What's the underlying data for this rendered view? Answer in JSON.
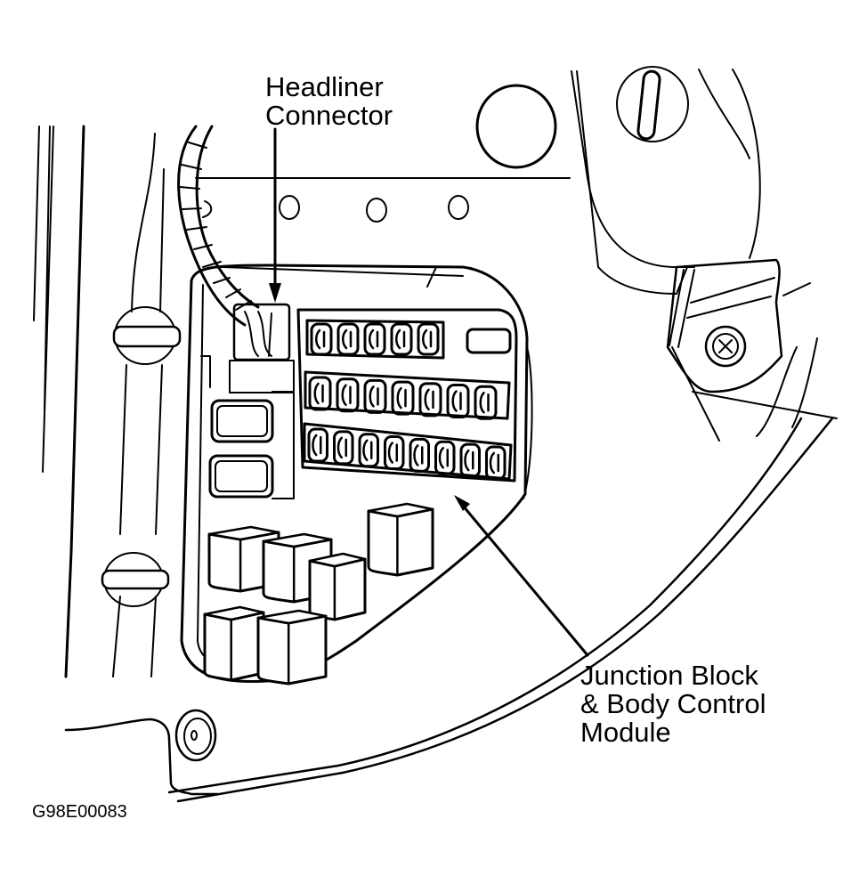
{
  "figure": {
    "id": "G98E00083",
    "subject": "Junction block location diagram",
    "colors": {
      "line": "#000000",
      "background": "#ffffff"
    }
  },
  "callouts": {
    "headliner_connector": {
      "lines": [
        "Headliner",
        "Connector"
      ]
    },
    "junction_block": {
      "lines": [
        "Junction Block",
        "& Body Control",
        "Module"
      ]
    }
  },
  "components": {
    "fuse_rows": [
      5,
      7,
      8
    ],
    "relays": 6
  }
}
